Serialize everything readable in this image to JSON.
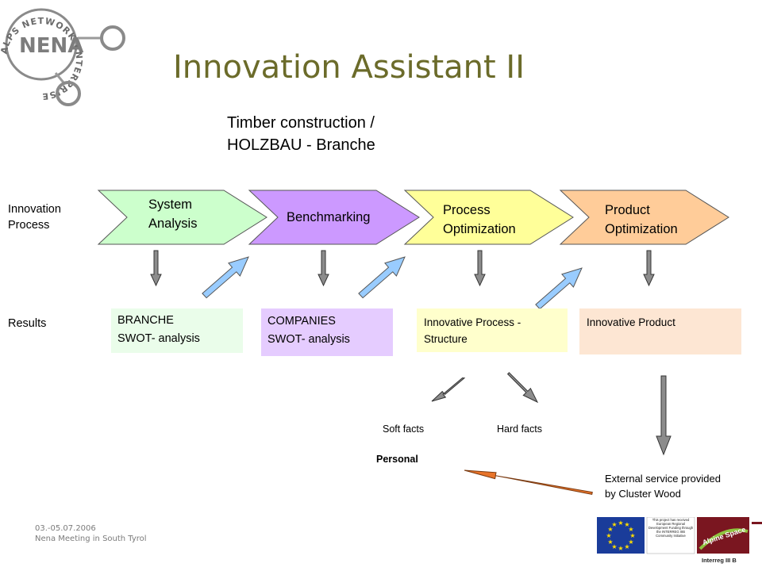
{
  "header": {
    "title": "Innovation Assistant II",
    "subtitle_line1": "Timber construction  /",
    "subtitle_line2": "HOLZBAU - Branche"
  },
  "logo": {
    "text": "NENA",
    "ring_text": "ALPS NETWORK ENTERPRISE"
  },
  "rows": {
    "process_line1": "Innovation",
    "process_line2": "Process",
    "results": "Results"
  },
  "steps": [
    {
      "line1": "System",
      "line2": "Analysis",
      "color": "#ccffcc"
    },
    {
      "line1": "Benchmarking",
      "line2": "",
      "color": "#cc99ff"
    },
    {
      "line1": "Process",
      "line2": "Optimization",
      "color": "#ffff99"
    },
    {
      "line1": "Product",
      "line2": "Optimization",
      "color": "#ffcc99"
    }
  ],
  "results": [
    {
      "line1": "BRANCHE",
      "line2": "SWOT- analysis",
      "color": "#eafdea"
    },
    {
      "line1": "COMPANIES",
      "line2": "SWOT- analysis",
      "color": "#e5ccff"
    },
    {
      "line1": "Innovative Process -",
      "line2": "Structure",
      "color": "#ffffcc"
    },
    {
      "line1": "Innovative Product",
      "line2": "",
      "color": "#fde6d3"
    }
  ],
  "facts": {
    "soft": "Soft facts",
    "hard": "Hard facts",
    "personal": "Personal"
  },
  "external": {
    "line1": "External service provided",
    "line2": "by Cluster Wood"
  },
  "footer": {
    "date": "03.-05.07.2006",
    "event": "Nena Meeting in South Tyrol"
  },
  "eu_logo": {
    "text": "This project has received European Regional Development Funding through the INTERREG IIIB Community Initiative",
    "alpine": "Alpine Space",
    "interreg": "Interreg III B"
  },
  "colors": {
    "title": "#6b6b2a",
    "arrow_blue": "#99ccff",
    "arrow_orange": "#e8742a",
    "arrow_gray": "#8c8c8c"
  }
}
